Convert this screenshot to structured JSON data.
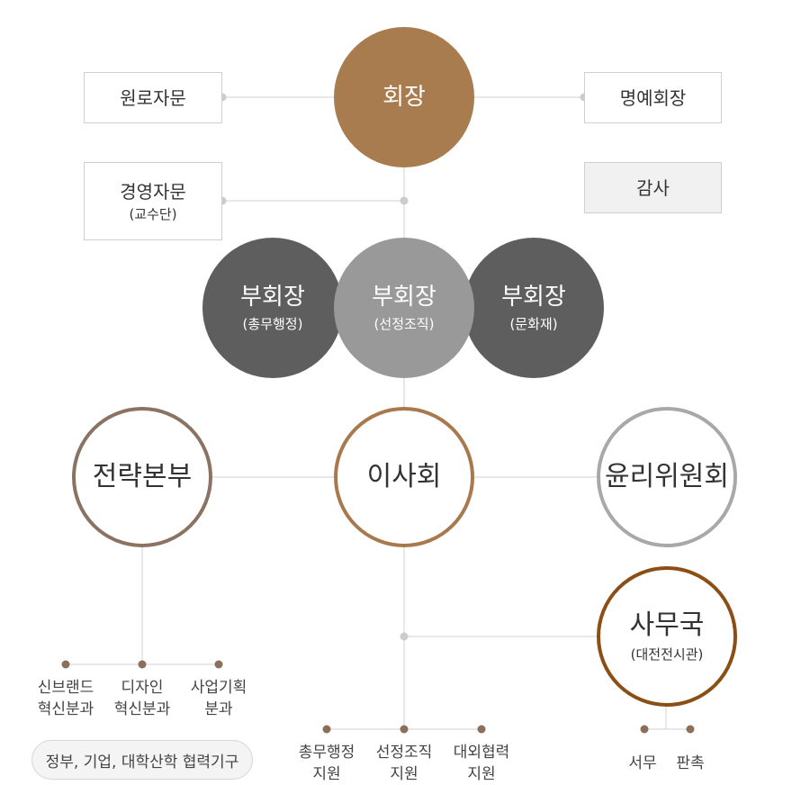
{
  "chairman": "회장",
  "advisors": {
    "senior": "원로자문",
    "management_main": "경영자문",
    "management_sub": "(교수단)",
    "honorary": "명예회장",
    "audit": "감사"
  },
  "vice_chairs": [
    {
      "title": "부회장",
      "sub": "(총무행정)"
    },
    {
      "title": "부회장",
      "sub": "(선정조직)"
    },
    {
      "title": "부회장",
      "sub": "(문화재)"
    }
  ],
  "strategy": "전략본부",
  "board": "이사회",
  "ethics": "윤리위원회",
  "secretariat": {
    "title": "사무국",
    "sub": "(대전전시관)"
  },
  "strategy_units": [
    {
      "line1": "신브랜드",
      "line2": "혁신분과"
    },
    {
      "line1": "디자인",
      "line2": "혁신분과"
    },
    {
      "line1": "사업기획",
      "line2": "분과"
    }
  ],
  "cooperation": "정부, 기업, 대학산학 협력기구",
  "board_units": [
    {
      "line1": "총무행정",
      "line2": "지원"
    },
    {
      "line1": "선정조직",
      "line2": "지원"
    },
    {
      "line1": "대외협력",
      "line2": "지원"
    }
  ],
  "secretariat_units": [
    "서무",
    "판촉"
  ],
  "colors": {
    "chairman": "#a87c4f",
    "vice_dark": "#5e5e5e",
    "vice_light": "#999999",
    "strategy_ring": "#8b7363",
    "board_ring": "#a9784d",
    "ethics_ring": "#a8a8a8",
    "secretariat_ring": "#8b4e14",
    "line": "#d0d0d0"
  }
}
